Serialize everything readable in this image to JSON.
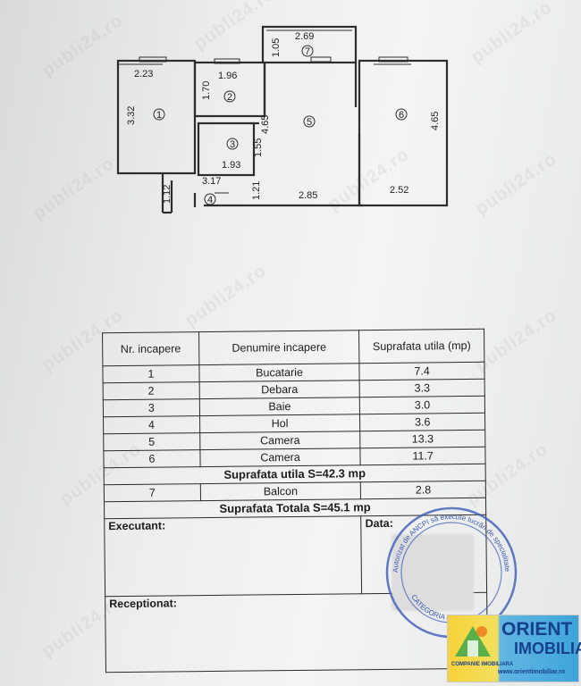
{
  "watermark": "publi24.ro",
  "plan": {
    "dims": {
      "d223": "2.23",
      "d332": "3.32",
      "d196": "1.96",
      "d170": "1.70",
      "d269": "2.69",
      "d105": "1.05",
      "d465a": "4.65",
      "d465b": "4.65",
      "d155": "1.55",
      "d193": "1.93",
      "d317": "3.17",
      "d112": "1.12",
      "d121": "1.21",
      "d285": "2.85",
      "d252": "2.52"
    },
    "rooms": [
      "1",
      "2",
      "3",
      "4",
      "5",
      "6",
      "7"
    ]
  },
  "table": {
    "header": {
      "nr": "Nr. incapere",
      "name": "Denumire incapere",
      "area": "Suprafata utila (mp)"
    },
    "rows": [
      {
        "nr": "1",
        "name": "Bucatarie",
        "area": "7.4"
      },
      {
        "nr": "2",
        "name": "Debara",
        "area": "3.3"
      },
      {
        "nr": "3",
        "name": "Baie",
        "area": "3.0"
      },
      {
        "nr": "4",
        "name": "Hol",
        "area": "3.6"
      },
      {
        "nr": "5",
        "name": "Camera",
        "area": "13.3"
      },
      {
        "nr": "6",
        "name": "Camera",
        "area": "11.7"
      }
    ],
    "useful_total": "Suprafata utila S=42.3 mp",
    "balcony": {
      "nr": "7",
      "name": "Balcon",
      "area": "2.8"
    },
    "grand_total": "Suprafata Totala S=45.1 mp",
    "executant_label": "Executant:",
    "data_label": "Data:",
    "receptionat_label": "Receptionat:"
  },
  "stamp": {
    "text_top": "Autorizat de ANCPI să execute lucrări de specialitate",
    "text_bottom": "CATEGORIA B",
    "color": "#3b5bb8"
  },
  "logo": {
    "line1": "ORIENT",
    "line2": "IMOBILIAR",
    "subtitle": "COMPANIE IMOBILIARA",
    "url": "www.orientimobiliar.ro"
  }
}
